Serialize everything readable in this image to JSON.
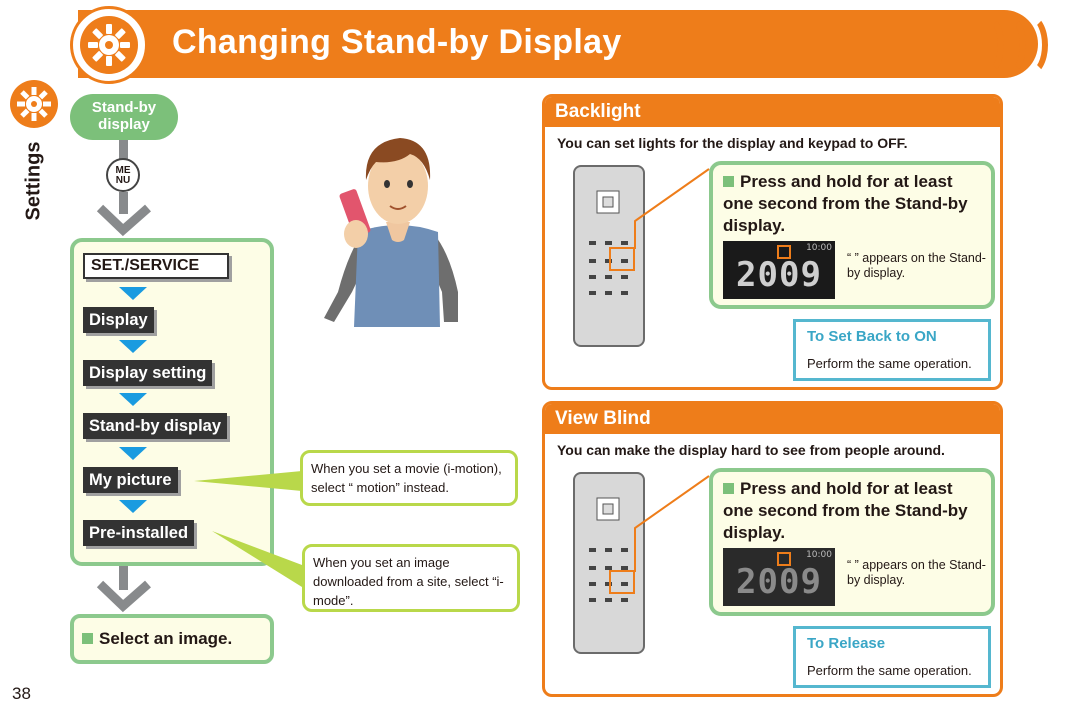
{
  "header": {
    "title": "Changing Stand-by Display"
  },
  "side_tab": {
    "label": "Settings"
  },
  "page_number": "38",
  "flow": {
    "start": "Stand-by display",
    "menu_key": "ME NU",
    "items": [
      "SET./SERVICE",
      "Display",
      "Display setting",
      "Stand-by display",
      "My picture",
      "Pre-installed"
    ],
    "final_step": "Select an image."
  },
  "callouts": {
    "my_picture": "When you set a movie (i-motion), select “ motion” instead.",
    "pre_installed": "When you set an image downloaded from a site, select “i-mode”."
  },
  "backlight": {
    "title": "Backlight",
    "description": "You can set lights for the display and keypad to OFF.",
    "step": "Press and hold for at least one second from the Stand-by display.",
    "appears_note": "“ ” appears on the Stand-by display.",
    "lcd_year": "2009",
    "lcd_time": "10:00",
    "note_title": "To Set Back to ON",
    "note_text": "Perform the same operation."
  },
  "view_blind": {
    "title": "View Blind",
    "description": "You can make the display hard to see from people around.",
    "step": "Press and hold for at least one second from the Stand-by display.",
    "appears_note": "“ ” appears on the Stand-by display.",
    "lcd_year": "2009",
    "lcd_time": "10:00",
    "note_title": "To Release",
    "note_text": "Perform the same operation."
  },
  "colors": {
    "accent": "#ee7d1a",
    "green": "#8cc98d",
    "blue": "#1a9be0",
    "teal": "#55b7cf",
    "lime": "#b9d84a"
  }
}
